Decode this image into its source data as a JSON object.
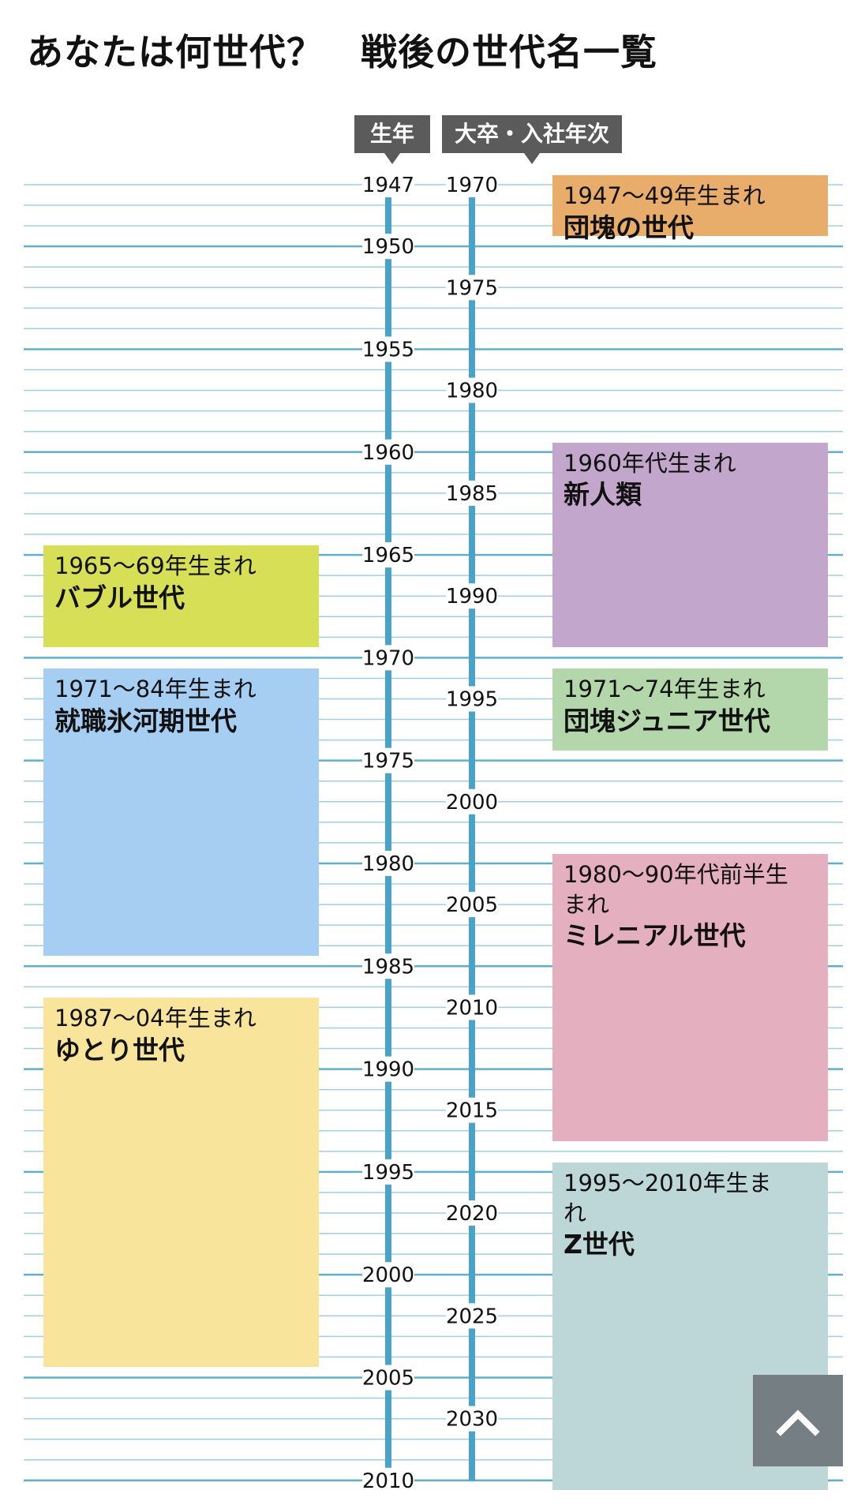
{
  "title": "あなたは何世代？　戦後の世代名一覧",
  "headers": {
    "birth_year": "生年",
    "grad_year": "大卒・入社年次"
  },
  "colors": {
    "grid": "#9fcfe0",
    "grid_major": "#5fb0cc",
    "axis": "#4aa3c6",
    "header_bg": "#5b5b5b"
  },
  "chart_data": {
    "type": "timeline",
    "axis_birth": {
      "min": 1947,
      "max": 2010,
      "ticks": [
        1947,
        1950,
        1955,
        1960,
        1965,
        1970,
        1975,
        1980,
        1985,
        1990,
        1995,
        2000,
        2005,
        2010
      ]
    },
    "axis_grad": {
      "min": 1970,
      "max": 2033,
      "ticks": [
        1970,
        1975,
        1980,
        1985,
        1990,
        1995,
        2000,
        2005,
        2010,
        2015,
        2020,
        2025,
        2030
      ]
    },
    "generations": [
      {
        "range_label": "1947〜49年生まれ",
        "name": "団塊の世代",
        "start": 1947,
        "end": 1949,
        "side": "right",
        "color": "#e8ac6b"
      },
      {
        "range_label": "1960年代生まれ",
        "name": "新人類",
        "start": 1960,
        "end": 1969,
        "side": "right",
        "color": "#c3a6cb"
      },
      {
        "range_label": "1965〜69年生まれ",
        "name": "バブル世代",
        "start": 1965,
        "end": 1969,
        "side": "left",
        "color": "#d6df55"
      },
      {
        "range_label": "1971〜84年生まれ",
        "name": "就職氷河期世代",
        "start": 1971,
        "end": 1984,
        "side": "left",
        "color": "#a6cdf2"
      },
      {
        "range_label": "1971〜74年生まれ",
        "name": "団塊ジュニア世代",
        "start": 1971,
        "end": 1974,
        "side": "right",
        "color": "#b3d6aa"
      },
      {
        "range_label": "1980〜90年代前半生まれ",
        "name": "ミレニアル世代",
        "start": 1980,
        "end": 1993,
        "side": "right",
        "color": "#e4b0bf"
      },
      {
        "range_label": "1987〜04年生まれ",
        "name": "ゆとり世代",
        "start": 1987,
        "end": 2004,
        "side": "left",
        "color": "#f8e49a"
      },
      {
        "range_label": "1995〜2010年生まれ",
        "name": "Z世代",
        "start": 1995,
        "end": 2010,
        "side": "right",
        "color": "#bdd6d8"
      }
    ]
  },
  "scroll_top": {
    "icon": "chevron-up-icon"
  }
}
